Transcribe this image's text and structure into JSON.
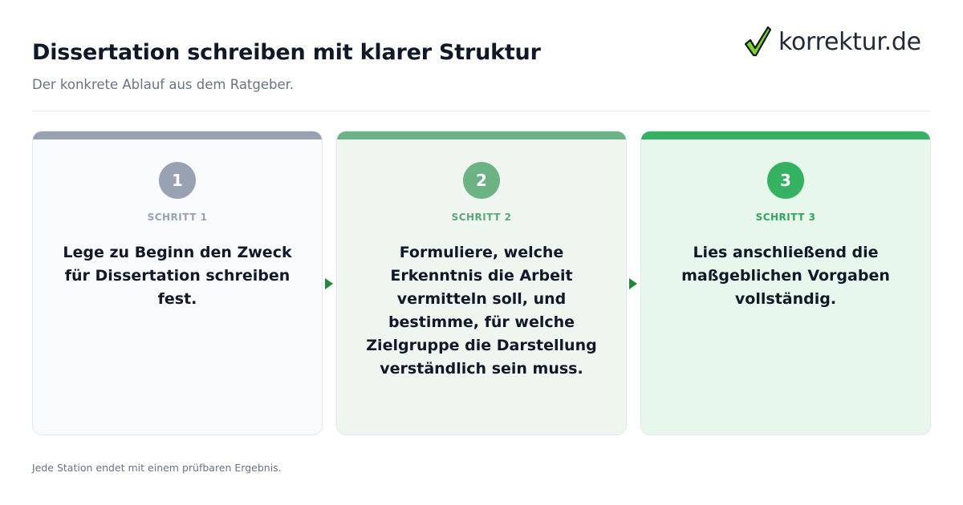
{
  "header": {
    "title": "Dissertation schreiben mit klarer Struktur",
    "subtitle": "Der konkrete Ablauf aus dem Ratgeber."
  },
  "logo": {
    "text": "korrektur.de",
    "icon": "checkmark-icon",
    "check_color": "#7ed321"
  },
  "steps": [
    {
      "number": "1",
      "label": "SCHRITT 1",
      "text": "Lege zu Beginn den Zweck für Dissertation schreiben fest.",
      "accent": "#98a2b3"
    },
    {
      "number": "2",
      "label": "SCHRITT 2",
      "text": "Formuliere, welche Erkenntnis die Arbeit vermitteln soll, und bestimme, für welche Zielgruppe die Darstellung verständlich sein muss.",
      "accent": "#6bb384"
    },
    {
      "number": "3",
      "label": "SCHRITT 3",
      "text": "Lies anschließend die maßgeblichen Vorgaben vollständig.",
      "accent": "#34b25f"
    }
  ],
  "connector_icon": "arrow-right-icon",
  "connector_color": "#1f8a3e",
  "footer": {
    "note": "Jede Station endet mit einem prüfbaren Ergebnis."
  }
}
